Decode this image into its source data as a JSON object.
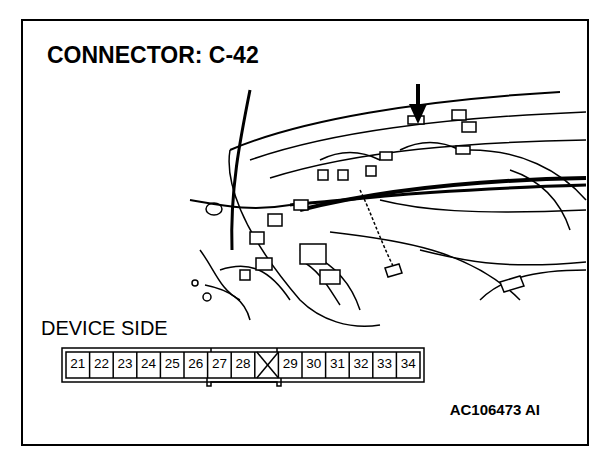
{
  "diagram": {
    "title": "CONNECTOR: C-42",
    "labels": [
      "DEVICE SIDE",
      "21",
      "22",
      "23",
      "24",
      "25",
      "26",
      "27",
      "28",
      "29",
      "30",
      "31",
      "32",
      "33",
      "34",
      "AC106473 AI"
    ]
  }
}
